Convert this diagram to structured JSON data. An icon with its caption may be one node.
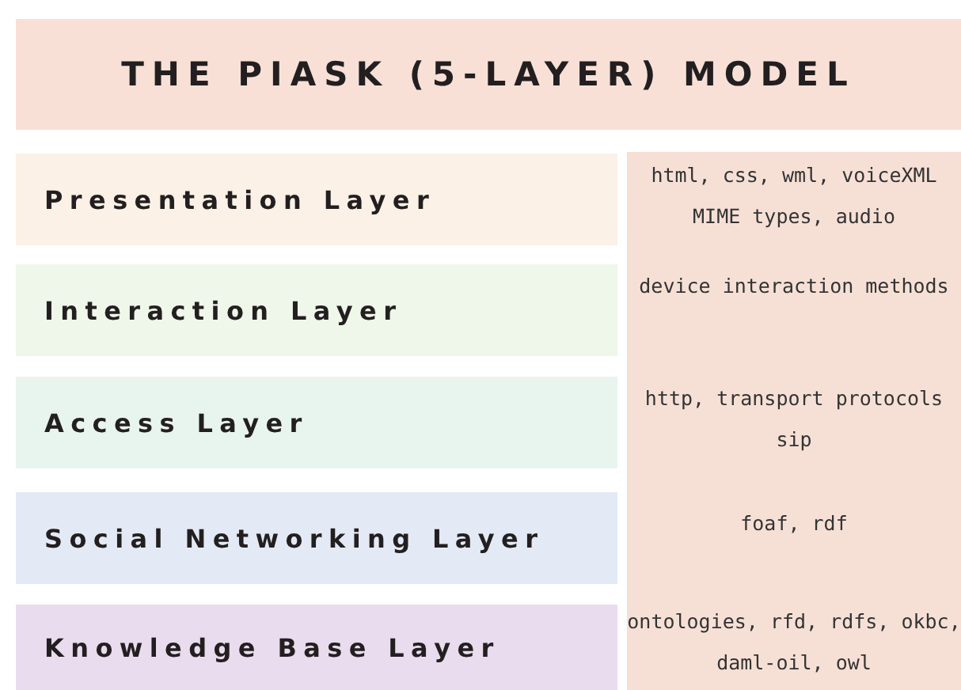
{
  "diagram": {
    "title": "THE PIASK (5-LAYER) MODEL",
    "nodes": [
      {
        "text": [
          "Presentation Layer"
        ]
      },
      {
        "text": [
          "Interaction Layer"
        ]
      },
      {
        "text": [
          "Access Layer"
        ]
      },
      {
        "text": [
          "Social Networking Layer"
        ]
      },
      {
        "text": [
          "Knowledge Base Layer"
        ]
      },
      {
        "text": [
          "html, css, wml, voiceXML MIME types, audio",
          "device interaction methods",
          "http, transport protocols sip",
          "foaf, rdf",
          "ontologies, rfd, rdfs, okbc, daml-oil, owl"
        ]
      }
    ]
  }
}
